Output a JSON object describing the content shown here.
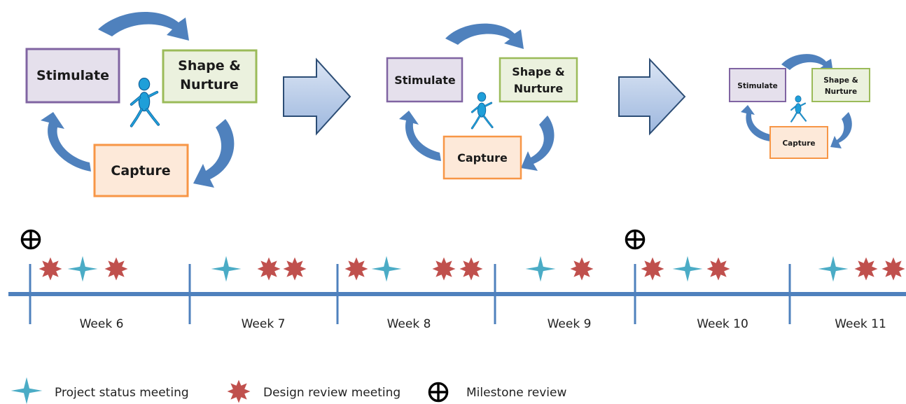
{
  "cycles": [
    {
      "stimulate": "Stimulate",
      "shape_line1": "Shape &",
      "shape_line2": "Nurture",
      "capture": "Capture"
    },
    {
      "stimulate": "Stimulate",
      "shape_line1": "Shape &",
      "shape_line2": "Nurture",
      "capture": "Capture"
    },
    {
      "stimulate": "Stimulate",
      "shape_line1": "Shape &",
      "shape_line2": "Nurture",
      "capture": "Capture"
    }
  ],
  "timeline": {
    "weeks": [
      {
        "label": "Week 6",
        "milestone": true,
        "events": [
          "design",
          "status",
          "design"
        ]
      },
      {
        "label": "Week 7",
        "milestone": false,
        "events": [
          "status",
          "design",
          "design"
        ]
      },
      {
        "label": "Week 8",
        "milestone": false,
        "events": [
          "design",
          "status",
          "design",
          "design"
        ]
      },
      {
        "label": "Week 9",
        "milestone": false,
        "events": [
          "status",
          "design"
        ]
      },
      {
        "label": "Week 10",
        "milestone": true,
        "events": [
          "design",
          "status",
          "design"
        ]
      },
      {
        "label": "Week 11",
        "milestone": false,
        "events": [
          "status",
          "design",
          "design"
        ]
      }
    ]
  },
  "legend": {
    "status": "Project status meeting",
    "design": "Design review meeting",
    "milestone": "Milestone review"
  },
  "colors": {
    "timeline": "#4f81bd",
    "arrow": "#4f81bd",
    "star_status": "#4bacc6",
    "star_design": "#c0504d",
    "stimulate_border": "#8064a2",
    "stimulate_fill": "#e5e0ec",
    "shape_border": "#9bbb59",
    "shape_fill": "#ebf1de",
    "capture_border": "#f79646",
    "capture_fill": "#fde9d9",
    "big_arrow_border": "#2c4d75",
    "big_arrow_fill_top": "#dbe5f4",
    "big_arrow_fill_bottom": "#9db7de"
  }
}
